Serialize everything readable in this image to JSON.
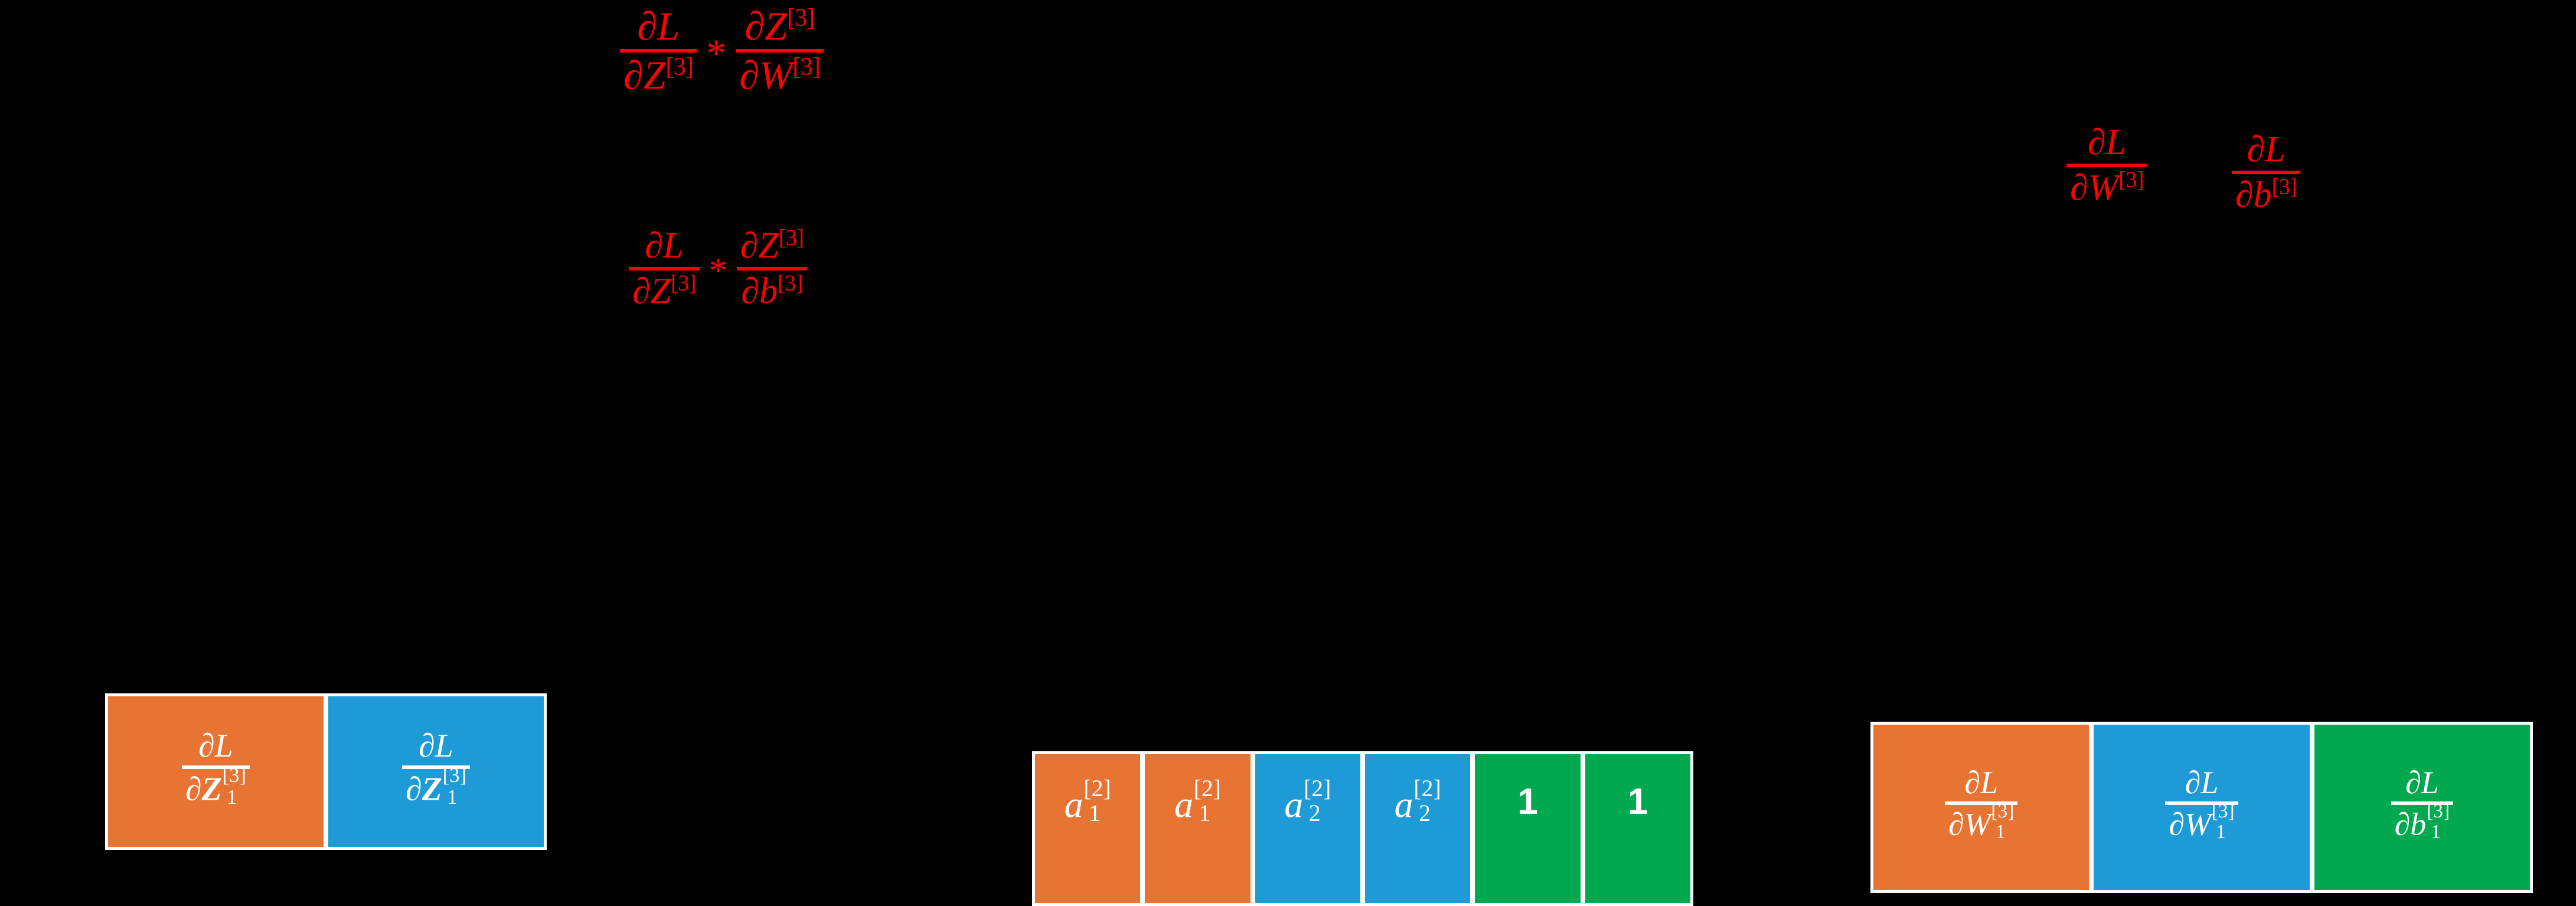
{
  "colors": {
    "background": "#000000",
    "formula_red": "#FF0000",
    "orange": "#E87434",
    "blue": "#1E9AD6",
    "green": "#00A94F",
    "white": "#FFFFFF"
  },
  "formulas": {
    "chain_rule_w": {
      "left": {
        "numerator": "∂L",
        "denominator": "∂Z",
        "denominator_sup": "[3]"
      },
      "operator": "*",
      "right": {
        "numerator": "∂Z",
        "numerator_sup": "[3]",
        "denominator": "∂W",
        "denominator_sup": "[3]"
      },
      "plain_text": "∂L/∂Z[3] * ∂Z[3]/∂W[3]"
    },
    "chain_rule_b": {
      "left": {
        "numerator": "∂L",
        "denominator": "∂Z",
        "denominator_sup": "[3]"
      },
      "operator": "*",
      "right": {
        "numerator": "∂Z",
        "numerator_sup": "[3]",
        "denominator": "∂b",
        "denominator_sup": "[3]"
      },
      "plain_text": "∂L/∂Z[3] * ∂Z[3]/∂b[3]"
    },
    "grad_w": {
      "numerator": "∂L",
      "denominator": "∂W",
      "denominator_sup": "[3]",
      "plain_text": "∂L/∂W[3]"
    },
    "grad_b": {
      "numerator": "∂L",
      "denominator": "∂b",
      "denominator_sup": "[3]",
      "plain_text": "∂L/∂b[3]"
    }
  },
  "matrices": {
    "dz_vector": {
      "name": "dL-dZ-row-vector",
      "cells": [
        {
          "color_key": "orange",
          "numerator": "∂L",
          "denominator": "∂Z",
          "sup": "[3]",
          "sub": "1",
          "plain_text": "∂L/∂Z1[3]"
        },
        {
          "color_key": "blue",
          "numerator": "∂L",
          "denominator": "∂Z",
          "sup": "[3]",
          "sub": "1",
          "plain_text": "∂L/∂Z1[3]"
        }
      ]
    },
    "activation_vector": {
      "name": "activation-and-ones-row-vector",
      "cells": [
        {
          "color_key": "orange",
          "base": "a",
          "sup": "[2]",
          "sub": "1",
          "plain_text": "a1[2]"
        },
        {
          "color_key": "orange",
          "base": "a",
          "sup": "[2]",
          "sub": "1",
          "plain_text": "a1[2]"
        },
        {
          "color_key": "blue",
          "base": "a",
          "sup": "[2]",
          "sub": "2",
          "plain_text": "a2[2]"
        },
        {
          "color_key": "blue",
          "base": "a",
          "sup": "[2]",
          "sub": "2",
          "plain_text": "a2[2]"
        },
        {
          "color_key": "green",
          "base": "1",
          "sup": "",
          "sub": "",
          "plain_text": "1"
        },
        {
          "color_key": "green",
          "base": "1",
          "sup": "",
          "sub": "",
          "plain_text": "1"
        }
      ]
    },
    "gradient_vector": {
      "name": "dL-dW-dL-db-row-vector",
      "cells": [
        {
          "color_key": "orange",
          "numerator": "∂L",
          "denominator": "∂W",
          "sup": "[3]",
          "sub": "1",
          "plain_text": "∂L/∂W1[3]"
        },
        {
          "color_key": "blue",
          "numerator": "∂L",
          "denominator": "∂W",
          "sup": "[3]",
          "sub": "1",
          "plain_text": "∂L/∂W1[3]"
        },
        {
          "color_key": "green",
          "numerator": "∂L",
          "denominator": "∂b",
          "sup": "[3]",
          "sub": "1",
          "plain_text": "∂L/∂b1[3]"
        }
      ]
    }
  }
}
